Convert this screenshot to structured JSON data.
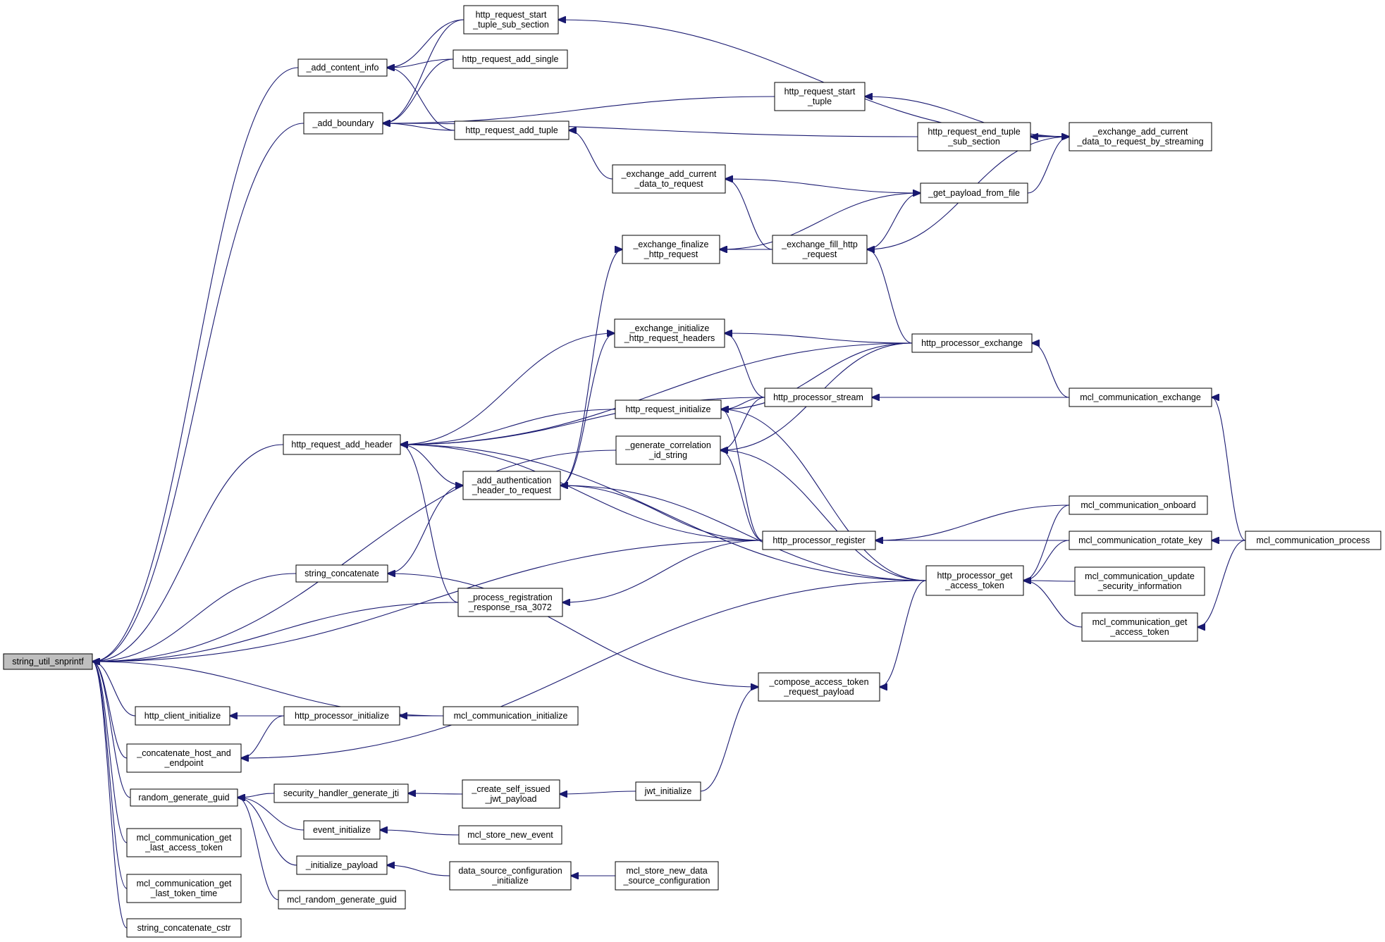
{
  "colors": {
    "edge": "#191970",
    "root_fill": "#bfbfbf",
    "node_fill": "#ffffff",
    "border": "#000000"
  },
  "nodes": [
    {
      "id": "root",
      "lines": [
        "string_util_snprintf"
      ]
    },
    {
      "id": "add_content_info",
      "lines": [
        "_add_content_info"
      ]
    },
    {
      "id": "add_boundary",
      "lines": [
        "_add_boundary"
      ]
    },
    {
      "id": "hr_start_tuple_sub",
      "lines": [
        "http_request_start",
        "_tuple_sub_section"
      ]
    },
    {
      "id": "hr_add_single",
      "lines": [
        "http_request_add_single"
      ]
    },
    {
      "id": "hr_add_tuple",
      "lines": [
        "http_request_add_tuple"
      ]
    },
    {
      "id": "hr_start_tuple",
      "lines": [
        "http_request_start",
        "_tuple"
      ]
    },
    {
      "id": "hr_end_tuple_sub",
      "lines": [
        "http_request_end_tuple",
        "_sub_section"
      ]
    },
    {
      "id": "ex_add_stream",
      "lines": [
        "_exchange_add_current",
        "_data_to_request_by_streaming"
      ]
    },
    {
      "id": "ex_add_current",
      "lines": [
        "_exchange_add_current",
        "_data_to_request"
      ]
    },
    {
      "id": "get_payload",
      "lines": [
        "_get_payload_from_file"
      ]
    },
    {
      "id": "ex_finalize",
      "lines": [
        "_exchange_finalize",
        "_http_request"
      ]
    },
    {
      "id": "ex_fill",
      "lines": [
        "_exchange_fill_http",
        "_request"
      ]
    },
    {
      "id": "ex_init_headers",
      "lines": [
        "_exchange_initialize",
        "_http_request_headers"
      ]
    },
    {
      "id": "hp_exchange",
      "lines": [
        "http_processor_exchange"
      ]
    },
    {
      "id": "hp_stream",
      "lines": [
        "http_processor_stream"
      ]
    },
    {
      "id": "hr_initialize",
      "lines": [
        "http_request_initialize"
      ]
    },
    {
      "id": "mcl_comm_exchange",
      "lines": [
        "mcl_communication_exchange"
      ]
    },
    {
      "id": "hr_add_header",
      "lines": [
        "http_request_add_header"
      ]
    },
    {
      "id": "gen_corr",
      "lines": [
        "_generate_correlation",
        "_id_string"
      ]
    },
    {
      "id": "add_auth",
      "lines": [
        "_add_authentication",
        "_header_to_request"
      ]
    },
    {
      "id": "mcl_onboard",
      "lines": [
        "mcl_communication_onboard"
      ]
    },
    {
      "id": "hp_register",
      "lines": [
        "http_processor_register"
      ]
    },
    {
      "id": "mcl_rotate",
      "lines": [
        "mcl_communication_rotate_key"
      ]
    },
    {
      "id": "mcl_process",
      "lines": [
        "mcl_communication_process"
      ]
    },
    {
      "id": "str_concat",
      "lines": [
        "string_concatenate"
      ]
    },
    {
      "id": "proc_reg",
      "lines": [
        "_process_registration",
        "_response_rsa_3072"
      ]
    },
    {
      "id": "hp_get_token",
      "lines": [
        "http_processor_get",
        "_access_token"
      ]
    },
    {
      "id": "mcl_update_sec",
      "lines": [
        "mcl_communication_update",
        "_security_information"
      ]
    },
    {
      "id": "mcl_get_token",
      "lines": [
        "mcl_communication_get",
        "_access_token"
      ]
    },
    {
      "id": "compose_token",
      "lines": [
        "_compose_access_token",
        "_request_payload"
      ]
    },
    {
      "id": "hc_init",
      "lines": [
        "http_client_initialize"
      ]
    },
    {
      "id": "hp_init",
      "lines": [
        "http_processor_initialize"
      ]
    },
    {
      "id": "mcl_init",
      "lines": [
        "mcl_communication_initialize"
      ]
    },
    {
      "id": "concat_host",
      "lines": [
        "_concatenate_host_and",
        "_endpoint"
      ]
    },
    {
      "id": "rand_guid",
      "lines": [
        "random_generate_guid"
      ]
    },
    {
      "id": "sec_jti",
      "lines": [
        "security_handler_generate_jti"
      ]
    },
    {
      "id": "self_issued",
      "lines": [
        "_create_self_issued",
        "_jwt_payload"
      ]
    },
    {
      "id": "jwt_init",
      "lines": [
        "jwt_initialize"
      ]
    },
    {
      "id": "event_init",
      "lines": [
        "event_initialize"
      ]
    },
    {
      "id": "mcl_store_event",
      "lines": [
        "mcl_store_new_event"
      ]
    },
    {
      "id": "init_payload",
      "lines": [
        "_initialize_payload"
      ]
    },
    {
      "id": "ds_config",
      "lines": [
        "data_source_configuration",
        "_initialize"
      ]
    },
    {
      "id": "mcl_store_ds",
      "lines": [
        "mcl_store_new_data",
        "_source_configuration"
      ]
    },
    {
      "id": "mcl_rand_guid",
      "lines": [
        "mcl_random_generate_guid"
      ]
    },
    {
      "id": "mcl_last_token",
      "lines": [
        "mcl_communication_get",
        "_last_access_token"
      ]
    },
    {
      "id": "mcl_last_time",
      "lines": [
        "mcl_communication_get",
        "_last_token_time"
      ]
    },
    {
      "id": "str_concat_cstr",
      "lines": [
        "string_concatenate_cstr"
      ]
    }
  ],
  "edges": [
    [
      "add_content_info",
      "root"
    ],
    [
      "add_boundary",
      "root"
    ],
    [
      "hr_add_header",
      "root"
    ],
    [
      "gen_corr",
      "root"
    ],
    [
      "str_concat",
      "root"
    ],
    [
      "proc_reg",
      "root"
    ],
    [
      "hp_register",
      "root"
    ],
    [
      "hc_init",
      "root"
    ],
    [
      "mcl_init",
      "root"
    ],
    [
      "concat_host",
      "root"
    ],
    [
      "rand_guid",
      "root"
    ],
    [
      "mcl_last_token",
      "root"
    ],
    [
      "mcl_last_time",
      "root"
    ],
    [
      "str_concat_cstr",
      "root"
    ],
    [
      "hr_start_tuple_sub",
      "add_content_info"
    ],
    [
      "hr_add_single",
      "add_content_info"
    ],
    [
      "hr_add_tuple",
      "add_content_info"
    ],
    [
      "hr_start_tuple_sub",
      "add_boundary"
    ],
    [
      "hr_add_single",
      "add_boundary"
    ],
    [
      "hr_add_tuple",
      "add_boundary"
    ],
    [
      "hr_start_tuple",
      "add_boundary"
    ],
    [
      "hr_end_tuple_sub",
      "add_boundary"
    ],
    [
      "ex_add_stream",
      "hr_start_tuple_sub"
    ],
    [
      "ex_add_stream",
      "hr_start_tuple"
    ],
    [
      "ex_add_stream",
      "hr_end_tuple_sub"
    ],
    [
      "ex_add_current",
      "hr_add_tuple"
    ],
    [
      "get_payload",
      "ex_add_current"
    ],
    [
      "ex_fill",
      "ex_add_current"
    ],
    [
      "get_payload",
      "ex_add_stream"
    ],
    [
      "ex_fill",
      "ex_add_stream"
    ],
    [
      "get_payload",
      "ex_finalize"
    ],
    [
      "ex_fill",
      "ex_finalize"
    ],
    [
      "ex_fill",
      "get_payload"
    ],
    [
      "hp_exchange",
      "ex_fill"
    ],
    [
      "add_auth",
      "ex_finalize"
    ],
    [
      "add_auth",
      "ex_init_headers"
    ],
    [
      "hp_exchange",
      "ex_init_headers"
    ],
    [
      "hp_stream",
      "ex_init_headers"
    ],
    [
      "ex_init_headers",
      "hr_add_header"
    ],
    [
      "hp_exchange",
      "hr_add_header"
    ],
    [
      "hp_stream",
      "hr_add_header"
    ],
    [
      "hr_initialize",
      "hr_add_header"
    ],
    [
      "add_auth",
      "hr_add_header"
    ],
    [
      "proc_reg",
      "hr_add_header"
    ],
    [
      "hp_register",
      "hr_add_header"
    ],
    [
      "hp_get_token",
      "hr_add_header"
    ],
    [
      "hp_exchange",
      "hr_initialize"
    ],
    [
      "hp_stream",
      "hr_initialize"
    ],
    [
      "hp_register",
      "hr_initialize"
    ],
    [
      "hp_get_token",
      "hr_initialize"
    ],
    [
      "hp_stream",
      "gen_corr"
    ],
    [
      "hp_exchange",
      "gen_corr"
    ],
    [
      "hp_register",
      "gen_corr"
    ],
    [
      "hp_get_token",
      "gen_corr"
    ],
    [
      "mcl_comm_exchange",
      "hp_exchange"
    ],
    [
      "mcl_comm_exchange",
      "hp_stream"
    ],
    [
      "mcl_process",
      "mcl_comm_exchange"
    ],
    [
      "hp_register",
      "add_auth"
    ],
    [
      "hp_get_token",
      "add_auth"
    ],
    [
      "str_concat",
      "add_auth"
    ],
    [
      "compose_token",
      "str_concat"
    ],
    [
      "hp_register",
      "proc_reg"
    ],
    [
      "mcl_onboard",
      "hp_register"
    ],
    [
      "mcl_rotate",
      "hp_register"
    ],
    [
      "mcl_onboard",
      "hp_get_token"
    ],
    [
      "mcl_rotate",
      "hp_get_token"
    ],
    [
      "mcl_update_sec",
      "hp_get_token"
    ],
    [
      "mcl_get_token",
      "hp_get_token"
    ],
    [
      "mcl_process",
      "mcl_rotate"
    ],
    [
      "mcl_process",
      "mcl_get_token"
    ],
    [
      "hp_get_token",
      "compose_token"
    ],
    [
      "jwt_init",
      "compose_token"
    ],
    [
      "hp_init",
      "hc_init"
    ],
    [
      "mcl_init",
      "hp_init"
    ],
    [
      "hp_init",
      "concat_host"
    ],
    [
      "hp_get_token",
      "concat_host"
    ],
    [
      "sec_jti",
      "rand_guid"
    ],
    [
      "event_init",
      "rand_guid"
    ],
    [
      "init_payload",
      "rand_guid"
    ],
    [
      "mcl_rand_guid",
      "rand_guid"
    ],
    [
      "self_issued",
      "sec_jti"
    ],
    [
      "jwt_init",
      "self_issued"
    ],
    [
      "mcl_store_event",
      "event_init"
    ],
    [
      "ds_config",
      "init_payload"
    ],
    [
      "mcl_store_ds",
      "ds_config"
    ]
  ]
}
